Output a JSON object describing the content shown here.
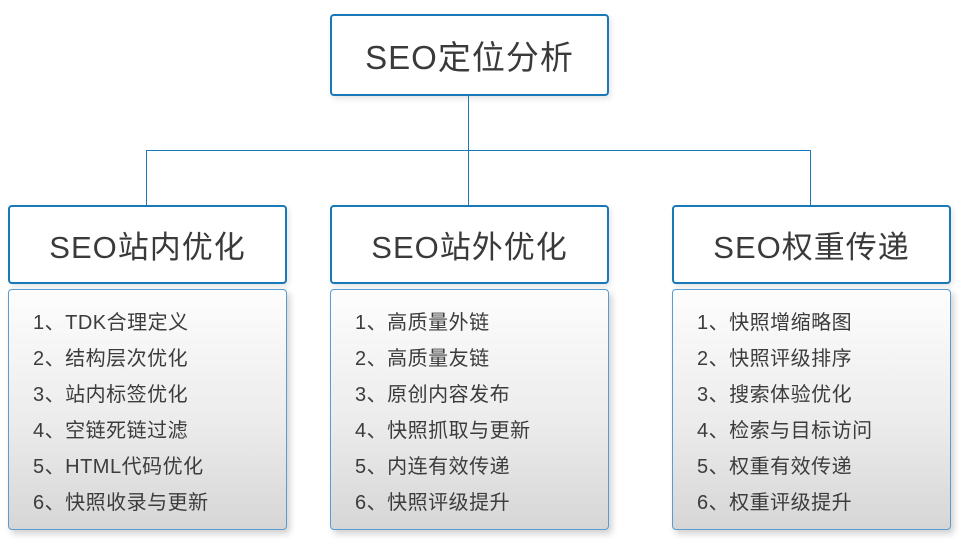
{
  "root": {
    "title": "SEO定位分析"
  },
  "columns": [
    {
      "title": "SEO站内优化",
      "items": [
        "1、TDK合理定义",
        "2、结构层次优化",
        "3、站内标签优化",
        "4、空链死链过滤",
        "5、HTML代码优化",
        "6、快照收录与更新"
      ]
    },
    {
      "title": "SEO站外优化",
      "items": [
        "1、高质量外链",
        "2、高质量友链",
        "3、原创内容发布",
        "4、快照抓取与更新",
        "5、内连有效传递",
        "6、快照评级提升"
      ]
    },
    {
      "title": "SEO权重传递",
      "items": [
        "1、快照增缩略图",
        "2、快照评级排序",
        "3、搜索体验优化",
        "4、检索与目标访问",
        "5、权重有效传递",
        "6、权重评级提升"
      ]
    }
  ],
  "colors": {
    "line_blue": "#1878b8",
    "body_border": "#5a9bd0",
    "text": "#3c3c3c"
  }
}
